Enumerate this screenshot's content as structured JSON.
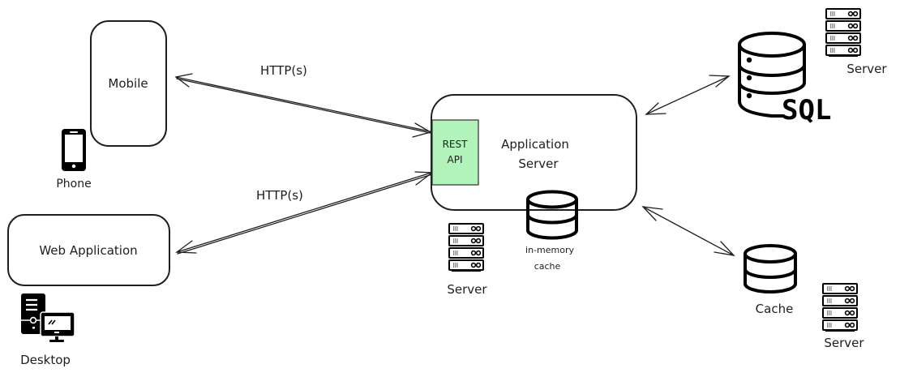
{
  "diagram": {
    "nodes": {
      "mobile": {
        "label": "Mobile"
      },
      "web_app": {
        "label": "Web Application"
      },
      "app_server": {
        "label_line1": "Application",
        "label_line2": "Server"
      },
      "rest_api": {
        "label_line1": "REST",
        "label_line2": "API",
        "color": "#b2f2bb"
      },
      "in_memory_cache": {
        "label_line1": "in-memory",
        "label_line2": "cache"
      },
      "sql_db": {
        "label": "SQL"
      },
      "cache": {
        "label": "Cache"
      }
    },
    "icon_labels": {
      "phone": "Phone",
      "desktop": "Desktop",
      "app_server_host": "Server",
      "sql_server_host": "Server",
      "cache_server_host": "Server"
    },
    "edges": [
      {
        "from": "mobile",
        "to": "rest_api",
        "label": "HTTP(s)",
        "bidirectional": true
      },
      {
        "from": "web_app",
        "to": "rest_api",
        "label": "HTTP(s)",
        "bidirectional": true
      },
      {
        "from": "app_server",
        "to": "sql_db",
        "label": "",
        "bidirectional": true
      },
      {
        "from": "app_server",
        "to": "cache",
        "label": "",
        "bidirectional": true
      }
    ]
  }
}
